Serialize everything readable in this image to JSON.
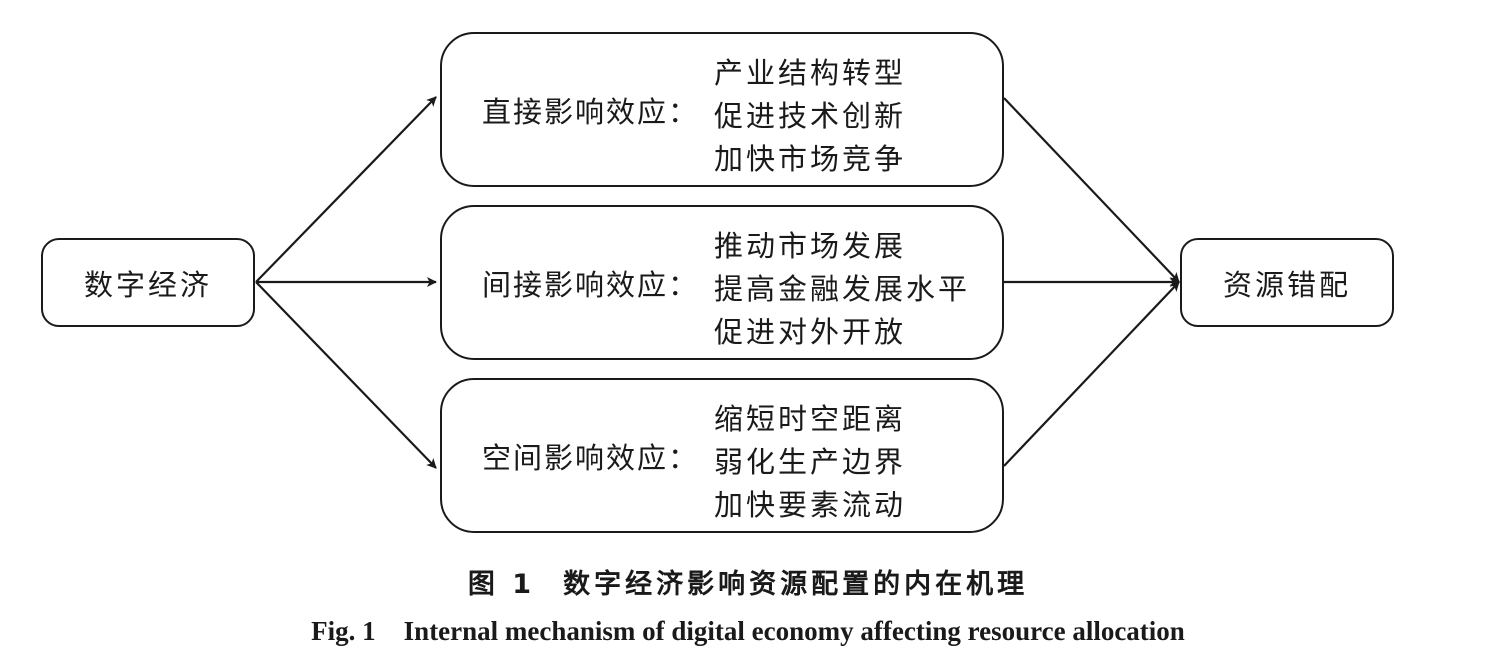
{
  "nodes": {
    "source": "数字经济",
    "target": "资源错配"
  },
  "effects": [
    {
      "label": "直接影响效应：",
      "items": [
        "产业结构转型",
        "促进技术创新",
        "加快市场竞争"
      ]
    },
    {
      "label": "间接影响效应：",
      "items": [
        "推动市场发展",
        "提高金融发展水平",
        "促进对外开放"
      ]
    },
    {
      "label": "空间影响效应：",
      "items": [
        "缩短时空距离",
        "弱化生产边界",
        "加快要素流动"
      ]
    }
  ],
  "caption": {
    "cn_number": "图 1",
    "cn_text": "数字经济影响资源配置的内在机理",
    "en_number": "Fig. 1",
    "en_text": "Internal mechanism of digital economy affecting resource allocation"
  },
  "colors": {
    "stroke": "#1a1a1a",
    "background": "#ffffff"
  }
}
